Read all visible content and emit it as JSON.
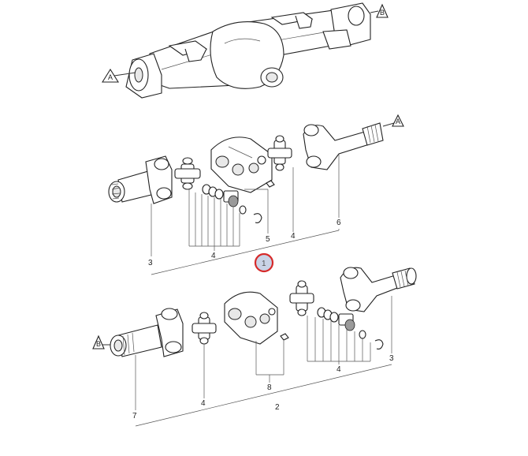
{
  "refs": {
    "top_left": "A",
    "top_right": "B",
    "mid_right": "A",
    "bottom_left": "B"
  },
  "callouts": {
    "upper": {
      "c3": "3",
      "c4a": "4",
      "c5": "5",
      "c4b": "4",
      "c6": "6"
    },
    "hotspot": "1",
    "lower": {
      "c7": "7",
      "c4a": "4",
      "c8": "8",
      "c4b": "4",
      "c3": "3",
      "c2": "2"
    }
  },
  "colors": {
    "hotspot_ring": "#d62a2a",
    "hotspot_fill": "#c9d3e6"
  }
}
